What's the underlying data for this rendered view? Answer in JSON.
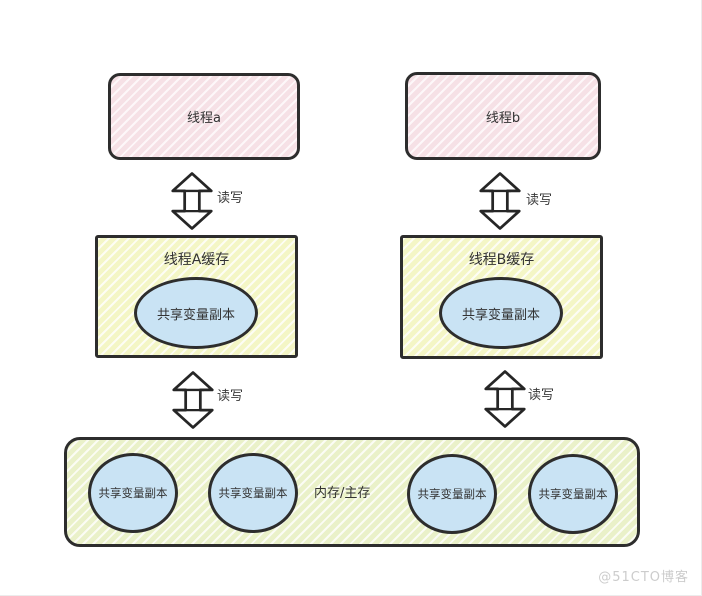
{
  "threads": [
    {
      "label": "线程a"
    },
    {
      "label": "线程b"
    }
  ],
  "rw_labels": [
    "读写",
    "读写",
    "读写",
    "读写"
  ],
  "caches": [
    {
      "title": "线程A缓存",
      "variable": "共享变量副本"
    },
    {
      "title": "线程B缓存",
      "variable": "共享变量副本"
    }
  ],
  "memory": {
    "label": "内存/主存",
    "variables": [
      "共享变量副本",
      "共享变量副本",
      "共享变量副本",
      "共享变量副本"
    ]
  },
  "watermark": "@51CTO博客",
  "colors": {
    "thread_fill": "#f6e1e6",
    "cache_fill": "#f4f6c6",
    "memory_fill": "#eaf1c9",
    "variable_fill": "#c9e3f4",
    "stroke": "#2d2d2d"
  }
}
